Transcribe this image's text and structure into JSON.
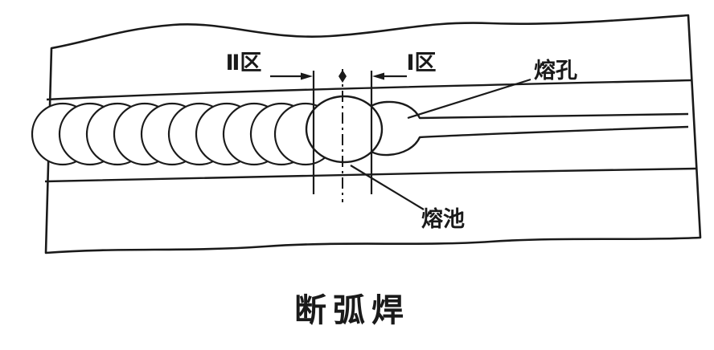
{
  "diagram": {
    "title": "断弧焊",
    "zone_left_label": "Ⅱ区",
    "zone_right_label": "Ⅰ区",
    "melt_hole_label": "熔孔",
    "weld_pool_label": "熔池",
    "colors": {
      "ink": "#1a1a1a",
      "paper": "#ffffff"
    }
  }
}
